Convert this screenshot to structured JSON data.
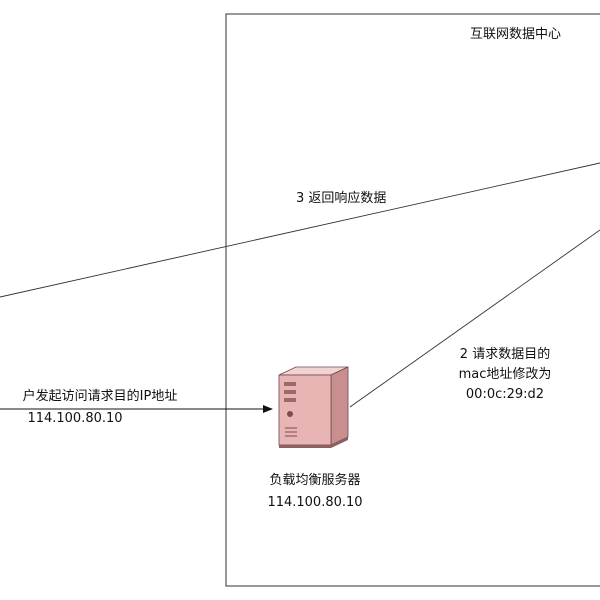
{
  "datacenter": {
    "title": "互联网数据中心"
  },
  "client_request": {
    "line1": "户发起访问请求目的IP地址",
    "line2": "114.100.80.10"
  },
  "response": {
    "label": "3 返回响应数据"
  },
  "forward": {
    "line1": "2 请求数据目的",
    "line2": "mac地址修改为",
    "line3": "00:0c:29:d2"
  },
  "load_balancer": {
    "name": "负载均衡服务器",
    "ip": "114.100.80.10"
  },
  "colors": {
    "server_body": "#e8b4b4",
    "server_side": "#c98f8f",
    "line": "#222222"
  }
}
